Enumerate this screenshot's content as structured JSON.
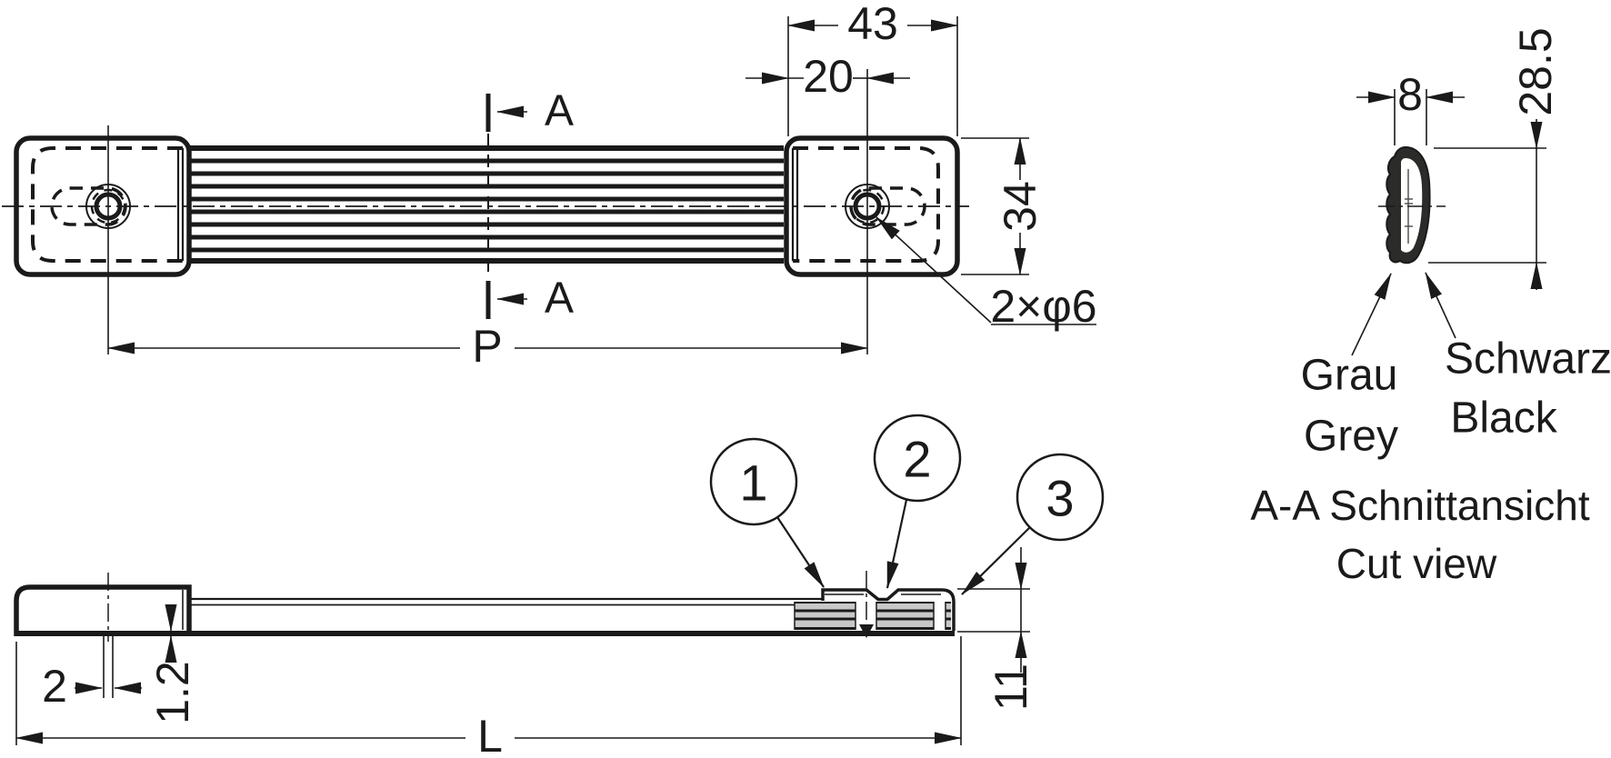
{
  "drawing": {
    "front": {
      "cap_width": "43",
      "hole_offset": "20",
      "cap_height": "34",
      "hole_callout": "2×φ6",
      "pitch": "P",
      "section": "A"
    },
    "side": {
      "balloon_1": "1",
      "balloon_2": "2",
      "balloon_3": "3",
      "end_offset": "2",
      "plate_thickness": "1.2",
      "total_length": "L",
      "end_height": "11"
    },
    "cut": {
      "width": "8",
      "height": "28.5",
      "grey_de": "Grau",
      "grey_en": "Grey",
      "black_de": "Schwarz",
      "black_en": "Black",
      "caption_de": "A-A Schnittansicht",
      "caption_en": "Cut view"
    },
    "colors": {
      "line": "#1a1a1a",
      "grey_fill": "#c8c8c8",
      "section_dark": "#2b2b29",
      "background": "#ffffff"
    }
  }
}
